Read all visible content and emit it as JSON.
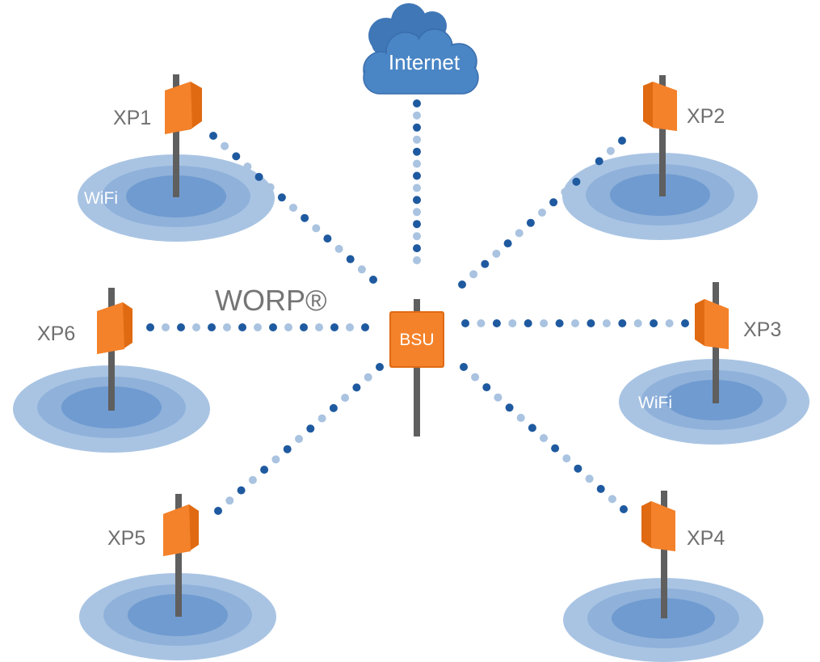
{
  "internet": {
    "label": "Internet"
  },
  "bsu": {
    "label": "BSU"
  },
  "protocol": {
    "label": "WORP®"
  },
  "nodes": [
    {
      "id": "XP1",
      "label": "XP1",
      "wifi": "WiFi"
    },
    {
      "id": "XP2",
      "label": "XP2",
      "wifi": ""
    },
    {
      "id": "XP3",
      "label": "XP3",
      "wifi": "WiFi"
    },
    {
      "id": "XP4",
      "label": "XP4",
      "wifi": ""
    },
    {
      "id": "XP5",
      "label": "XP5",
      "wifi": ""
    },
    {
      "id": "XP6",
      "label": "XP6",
      "wifi": ""
    }
  ],
  "colors": {
    "orange": "#f4822a",
    "orange_dark": "#e06a12",
    "pole": "#5f5f5f",
    "cloud": "#4a86c5",
    "dot_dark": "#1f5aa0",
    "dot_light": "#a9c3e0",
    "wifi_outer": "#a9c4e3",
    "wifi_mid": "#8fb1da",
    "wifi_inner": "#6f9bd0"
  }
}
